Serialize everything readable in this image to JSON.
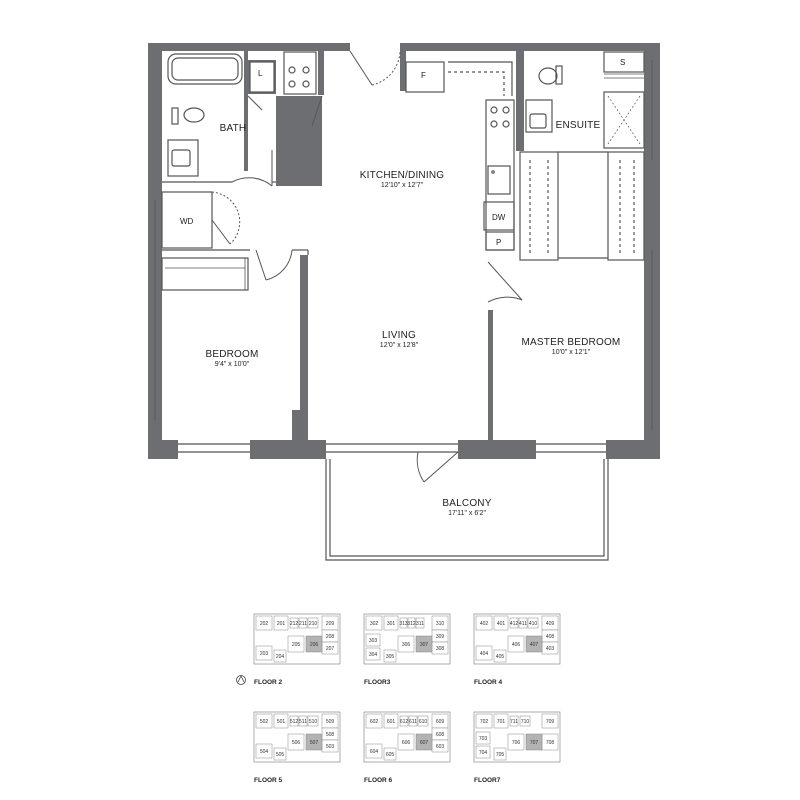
{
  "rooms": {
    "bath": {
      "name": "BATH"
    },
    "kitchen": {
      "name": "KITCHEN/DINING",
      "dims": "12'10\" x 12'7\""
    },
    "ensuite": {
      "name": "ENSUITE"
    },
    "bedroom": {
      "name": "BEDROOM",
      "dims": "9'4\" x 10'0\""
    },
    "living": {
      "name": "LIVING",
      "dims": "12'0\" x 12'8\""
    },
    "master": {
      "name": "MASTER BEDROOM",
      "dims": "10'0\" x 12'1\""
    },
    "balcony": {
      "name": "BALCONY",
      "dims": "17'11\" x 6'2\""
    }
  },
  "appliances": {
    "linen": "L",
    "fridge": "F",
    "storage": "S",
    "washer_dryer": "WD",
    "dishwasher": "DW",
    "pantry": "P"
  },
  "key_plans": [
    {
      "label": "FLOOR 2",
      "units": [
        "202",
        "201",
        "212",
        "211",
        "210",
        "209",
        "208",
        "207",
        "203",
        "204",
        "205",
        "206"
      ],
      "highlight": "206"
    },
    {
      "label": "FLOOR3",
      "units": [
        "302",
        "301",
        "313",
        "312",
        "311",
        "310",
        "309",
        "308",
        "303",
        "304",
        "305",
        "306",
        "307"
      ],
      "highlight": "307"
    },
    {
      "label": "FLOOR 4",
      "units": [
        "402",
        "401",
        "412",
        "411",
        "410",
        "409",
        "408",
        "403",
        "404",
        "405",
        "406",
        "407"
      ],
      "highlight": "407"
    },
    {
      "label": "FLOOR 5",
      "units": [
        "502",
        "501",
        "512",
        "511",
        "510",
        "509",
        "508",
        "503",
        "504",
        "505",
        "506",
        "507"
      ],
      "highlight": "507"
    },
    {
      "label": "FLOOR 6",
      "units": [
        "602",
        "601",
        "612",
        "611",
        "610",
        "609",
        "608",
        "603",
        "604",
        "605",
        "606",
        "607"
      ],
      "highlight": "607"
    },
    {
      "label": "FLOOR7",
      "units": [
        "702",
        "701",
        "711",
        "710",
        "709",
        "708",
        "703",
        "704",
        "705",
        "706",
        "707"
      ],
      "highlight": "707"
    }
  ],
  "colors": {
    "wall": "#6d6e71",
    "line": "#555555",
    "highlight": "#b3b3b3"
  }
}
